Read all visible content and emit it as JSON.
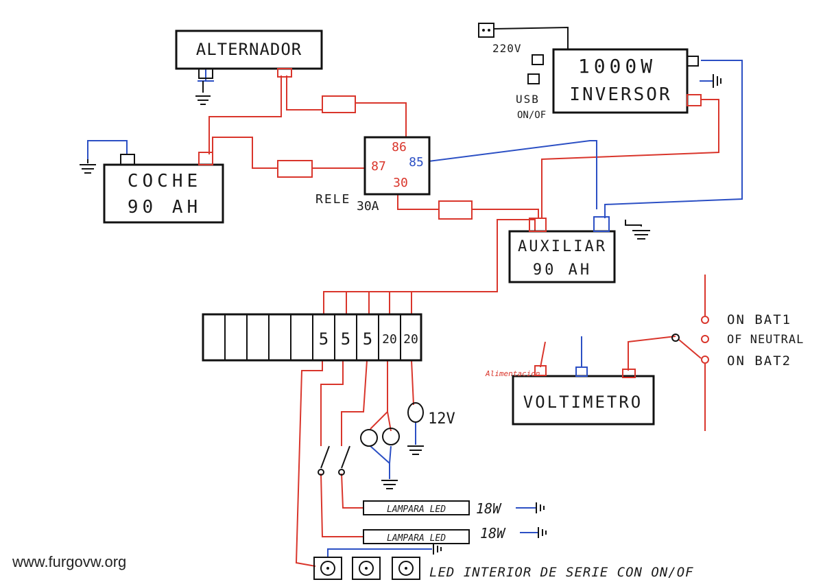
{
  "components": {
    "alternador": "ALTERNADOR",
    "coche_line1": "COCHE",
    "coche_line2": "90 AH",
    "auxiliar_line1": "AUXILIAR",
    "auxiliar_line2": "90 AH",
    "inversor_power": "1000W",
    "inversor_name": "INVERSOR",
    "voltimetro": "VOLTIMETRO"
  },
  "relay": {
    "label": "RELE",
    "rating": "30A",
    "pin_86": "86",
    "pin_87": "87",
    "pin_85": "85",
    "pin_30": "30"
  },
  "inverter_ports": {
    "v220": "220V",
    "usb": "USB",
    "switch": "ON/OF"
  },
  "fuses": [
    "5",
    "5",
    "5",
    "20",
    "20"
  ],
  "loads": {
    "bulb_voltage": "12V",
    "lamp1": "LAMPARA LED",
    "lamp1_power": "18W",
    "lamp2": "LAMPARA LED",
    "lamp2_power": "18W",
    "interior_leds": "LED INTERIOR DE SERIE CON ON/OF"
  },
  "switch": {
    "pos1": "ON BAT1",
    "pos2": "OF NEUTRAL",
    "pos3": "ON BAT2"
  },
  "voltmeter_feed": "Alimentacion",
  "watermark": "www.furgovw.org",
  "colors": {
    "positive_wire": "#d9352b",
    "negative_wire": "#2b4fc4",
    "ink": "#111111"
  }
}
